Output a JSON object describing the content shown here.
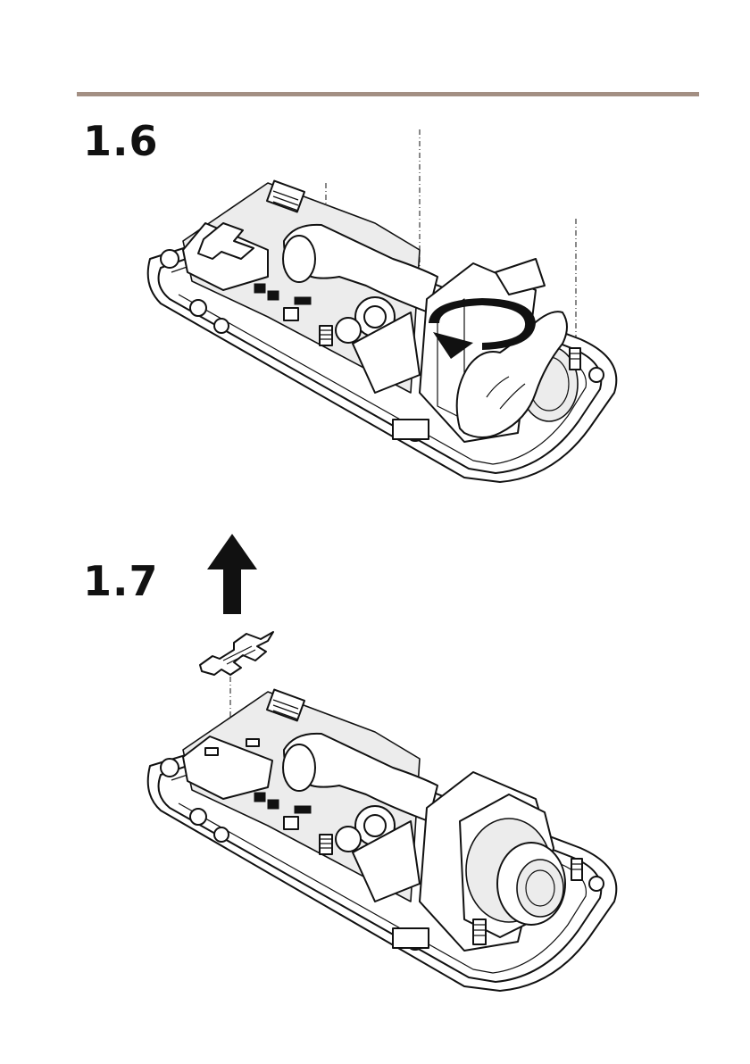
{
  "document": {
    "accent_color": "#a38f83",
    "steps": [
      {
        "number": "1.6",
        "illustration": "camera-housing-unscrew-lens-holder",
        "icons": [
          "rotate-arrow-icon",
          "hand-icon",
          "screw-icon"
        ]
      },
      {
        "number": "1.7",
        "illustration": "camera-housing-remove-bracket",
        "icons": [
          "up-arrow-icon",
          "bracket-icon"
        ]
      }
    ]
  }
}
